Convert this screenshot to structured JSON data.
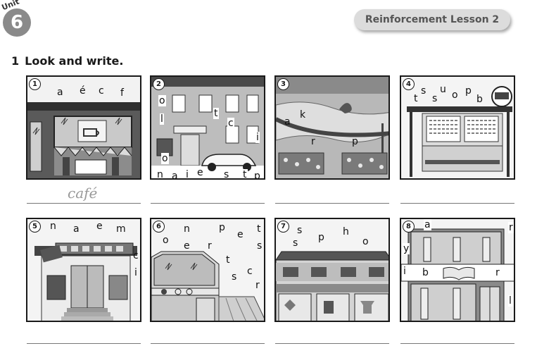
{
  "header": {
    "unit_word": "Unit",
    "unit_number": "6",
    "lesson_title": "Reinforcement Lesson 2"
  },
  "exercise": {
    "number": "1",
    "instruction": "Look and write."
  },
  "cards": [
    {
      "number": "1",
      "scene": "café",
      "letters": [
        "a",
        "é",
        "c",
        "f"
      ],
      "answer": "café"
    },
    {
      "number": "2",
      "scene": "police station",
      "letters": [
        "o",
        "l",
        "t",
        "c",
        "i",
        "o",
        "n",
        "a",
        "i",
        "e",
        "s",
        "t",
        "p"
      ],
      "answer": ""
    },
    {
      "number": "3",
      "scene": "park",
      "letters": [
        "a",
        "k",
        "r",
        "p"
      ],
      "answer": ""
    },
    {
      "number": "4",
      "scene": "bus stop",
      "letters": [
        "t",
        "s",
        "u",
        "o",
        "p",
        "b",
        "s"
      ],
      "answer": ""
    },
    {
      "number": "5",
      "scene": "cinema",
      "letters": [
        "n",
        "a",
        "e",
        "m",
        "c",
        "i"
      ],
      "answer": ""
    },
    {
      "number": "6",
      "scene": "sports centre",
      "letters": [
        "n",
        "p",
        "e",
        "t",
        "o",
        "e",
        "r",
        "t",
        "s",
        "s",
        "c",
        "r"
      ],
      "answer": ""
    },
    {
      "number": "7",
      "scene": "shops",
      "letters": [
        "s",
        "p",
        "h",
        "o",
        "s"
      ],
      "answer": ""
    },
    {
      "number": "8",
      "scene": "library",
      "letters": [
        "a",
        "r",
        "y",
        "i",
        "b",
        "r",
        "l"
      ],
      "answer": ""
    }
  ]
}
